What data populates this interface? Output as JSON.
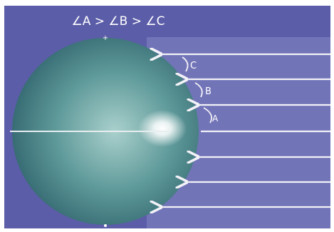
{
  "title": "∠A > ∠B > ∠C",
  "angle_labels": {
    "a": "A",
    "b": "B",
    "c": "C"
  },
  "colors": {
    "background": "#5b5da8",
    "ray_band": "#7274b8",
    "sphere_light": "#a9d0cc",
    "sphere_mid": "#5f9a9a",
    "sphere_dark": "#1e4f5c",
    "ray": "#f2f2f7",
    "text": "#ffffff"
  }
}
